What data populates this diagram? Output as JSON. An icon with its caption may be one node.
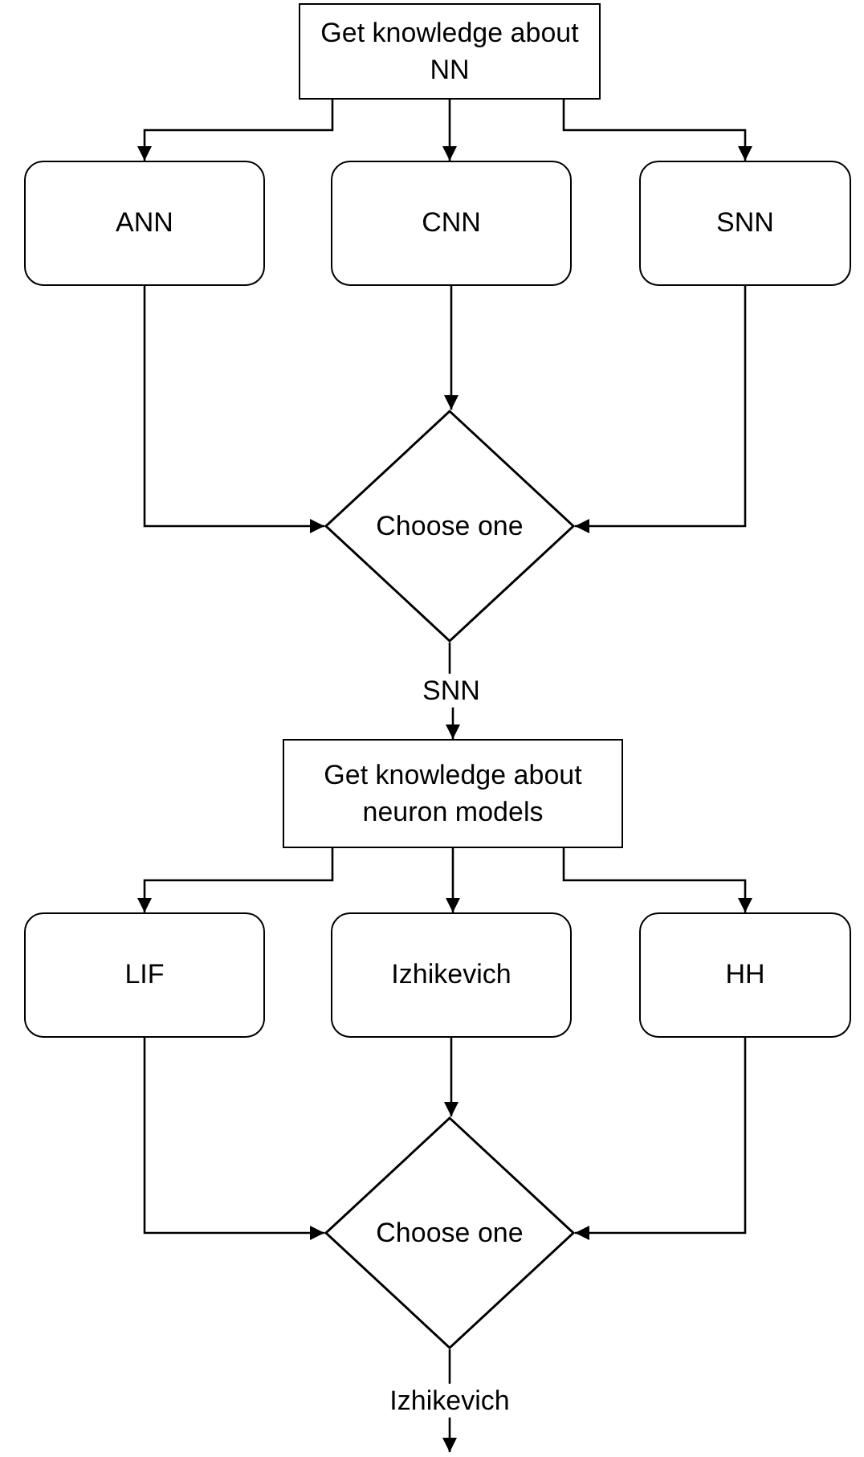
{
  "diagram": {
    "nodes": [
      {
        "text": [
          "Get knowledge about NN"
        ]
      },
      {
        "text": [
          "ANN"
        ]
      },
      {
        "text": [
          "CNN"
        ]
      },
      {
        "text": [
          "SNN"
        ]
      },
      {
        "text": [
          "Choose one"
        ]
      },
      {
        "text": [
          "Get knowledge about neuron models"
        ]
      },
      {
        "text": [
          "LIF"
        ]
      },
      {
        "text": [
          "Izhikevich"
        ]
      },
      {
        "text": [
          "HH"
        ]
      },
      {
        "text": [
          "Choose one"
        ]
      }
    ],
    "edges": [
      {
        "from": 0,
        "to": 1,
        "arrow": "to"
      },
      {
        "from": 0,
        "to": 2,
        "arrow": "to"
      },
      {
        "from": 0,
        "to": 3,
        "arrow": "to"
      },
      {
        "from": 1,
        "to": 4,
        "arrow": "to"
      },
      {
        "from": 2,
        "to": 4,
        "arrow": "to"
      },
      {
        "from": 3,
        "to": 4,
        "arrow": "to"
      },
      {
        "from": 4,
        "to": 5,
        "arrow": "to",
        "label": "SNN"
      },
      {
        "from": 5,
        "to": 6,
        "arrow": "to"
      },
      {
        "from": 5,
        "to": 7,
        "arrow": "to"
      },
      {
        "from": 5,
        "to": 8,
        "arrow": "to"
      },
      {
        "from": 6,
        "to": 9,
        "arrow": "to"
      },
      {
        "from": 7,
        "to": 9,
        "arrow": "to"
      },
      {
        "from": 8,
        "to": 9,
        "arrow": "to"
      },
      {
        "from": 9,
        "to": null,
        "arrow": "to",
        "label": "Izhikevich"
      }
    ]
  }
}
